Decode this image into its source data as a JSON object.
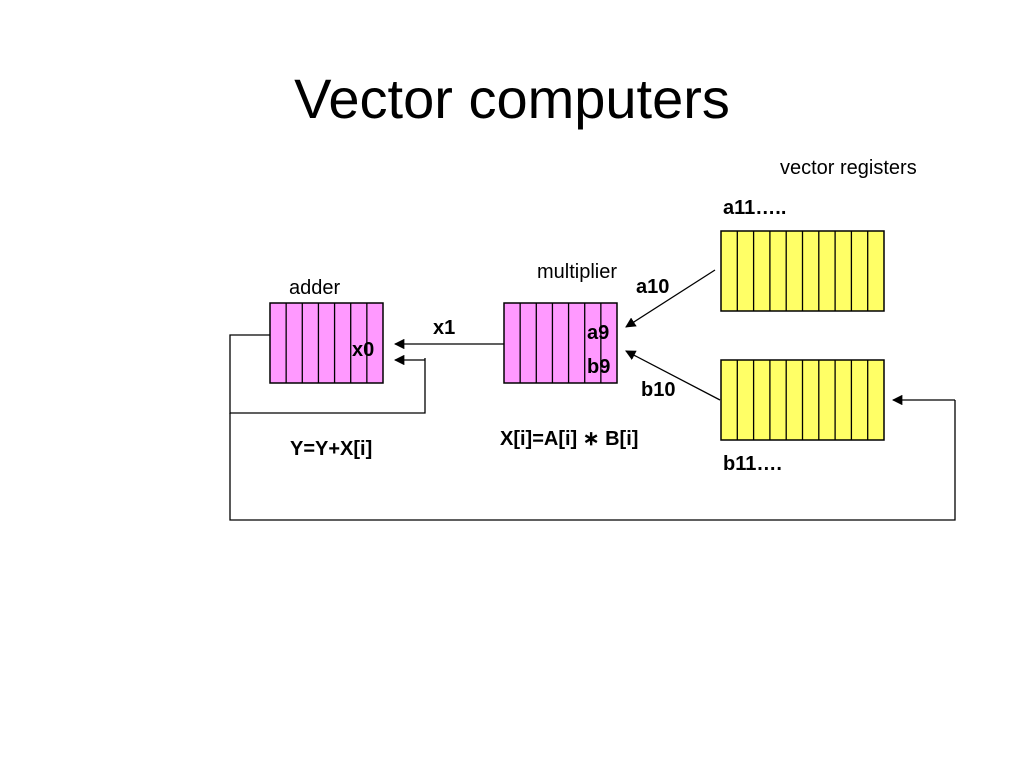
{
  "title": "Vector computers",
  "labels": {
    "vector_registers": "vector registers",
    "adder": "adder",
    "multiplier": "multiplier",
    "a11": "a11…..",
    "b11": "b11….",
    "a10": "a10",
    "b10": "b10",
    "a9": "a9",
    "b9": "b9",
    "x1": "x1",
    "x0": "x0",
    "adder_formula": "Y=Y+X[i]",
    "multiplier_formula": "X[i]=A[i] ∗ B[i]"
  },
  "colors": {
    "pipeline_fill": "#FF99FF",
    "register_fill": "#FFFF66",
    "stroke": "#000000"
  }
}
